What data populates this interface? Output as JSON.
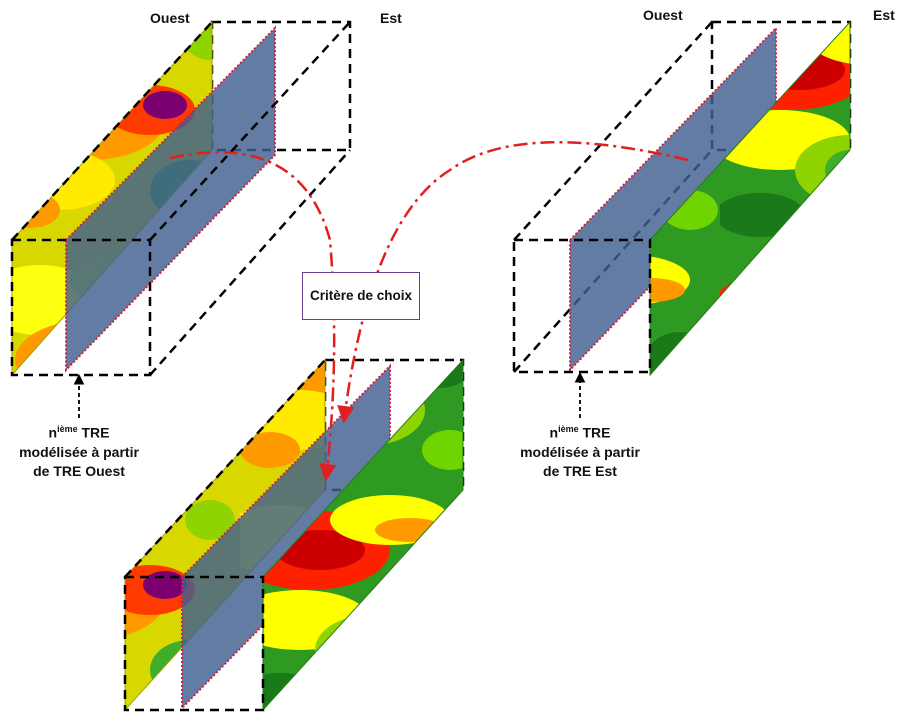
{
  "labels": {
    "left_top": {
      "west": "Ouest",
      "east": "Est"
    },
    "right_top": {
      "west": "Ouest",
      "east": "Est"
    }
  },
  "criterion_box": {
    "text": "Critère de choix"
  },
  "captions": {
    "west": {
      "prefix": "n",
      "superscript": "ième",
      "line1_rest": " TRE",
      "line2": "modélisée à partir",
      "line3": "de TRE Ouest"
    },
    "east": {
      "prefix": "n",
      "superscript": "ième",
      "line1_rest": " TRE",
      "line2": "modélisée à partir",
      "line3": "de TRE Est"
    }
  },
  "colors": {
    "cube_dash": "#000000",
    "arrow": "#e02020",
    "slice_fill": "#3f5f8f",
    "slice_border": "#d21f3c",
    "box_border": "#6b3f8e",
    "heatmap": [
      "#1a7a1a",
      "#3fae2a",
      "#8fd400",
      "#ffff00",
      "#ff9900",
      "#ff2000",
      "#cc0000",
      "#6a0078"
    ]
  }
}
